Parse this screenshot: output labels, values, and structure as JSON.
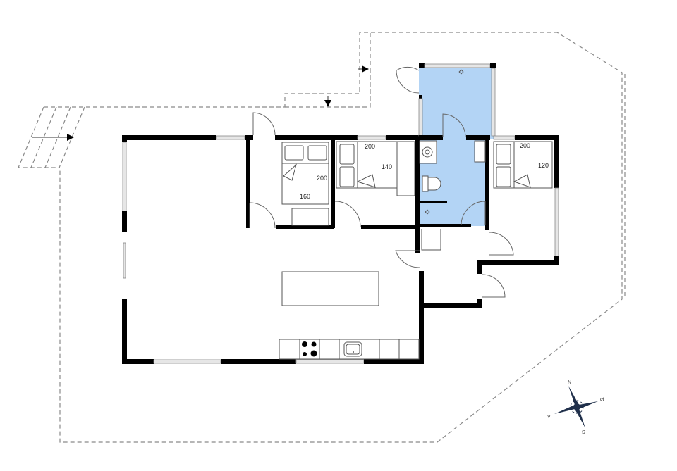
{
  "plan": {
    "type": "floor plan",
    "beds": [
      {
        "room": "bedroom-1",
        "length": "200",
        "width": "160",
        "type": "double bed"
      },
      {
        "room": "bedroom-2",
        "length": "200",
        "width": "140",
        "type": "bunk/single bed"
      },
      {
        "room": "bedroom-3",
        "length": "200",
        "width": "120",
        "type": "bunk/single bed"
      }
    ],
    "labels": {
      "bed1_length": "200",
      "bed1_width": "160",
      "bed2_length": "200",
      "bed2_width": "140",
      "bed3_length": "200",
      "bed3_width": "120"
    },
    "bathroom_color": "#b3d4f5",
    "wall_color": "#000000"
  },
  "compass": {
    "north": "N",
    "east": "Ø",
    "south": "S",
    "west": "V"
  }
}
